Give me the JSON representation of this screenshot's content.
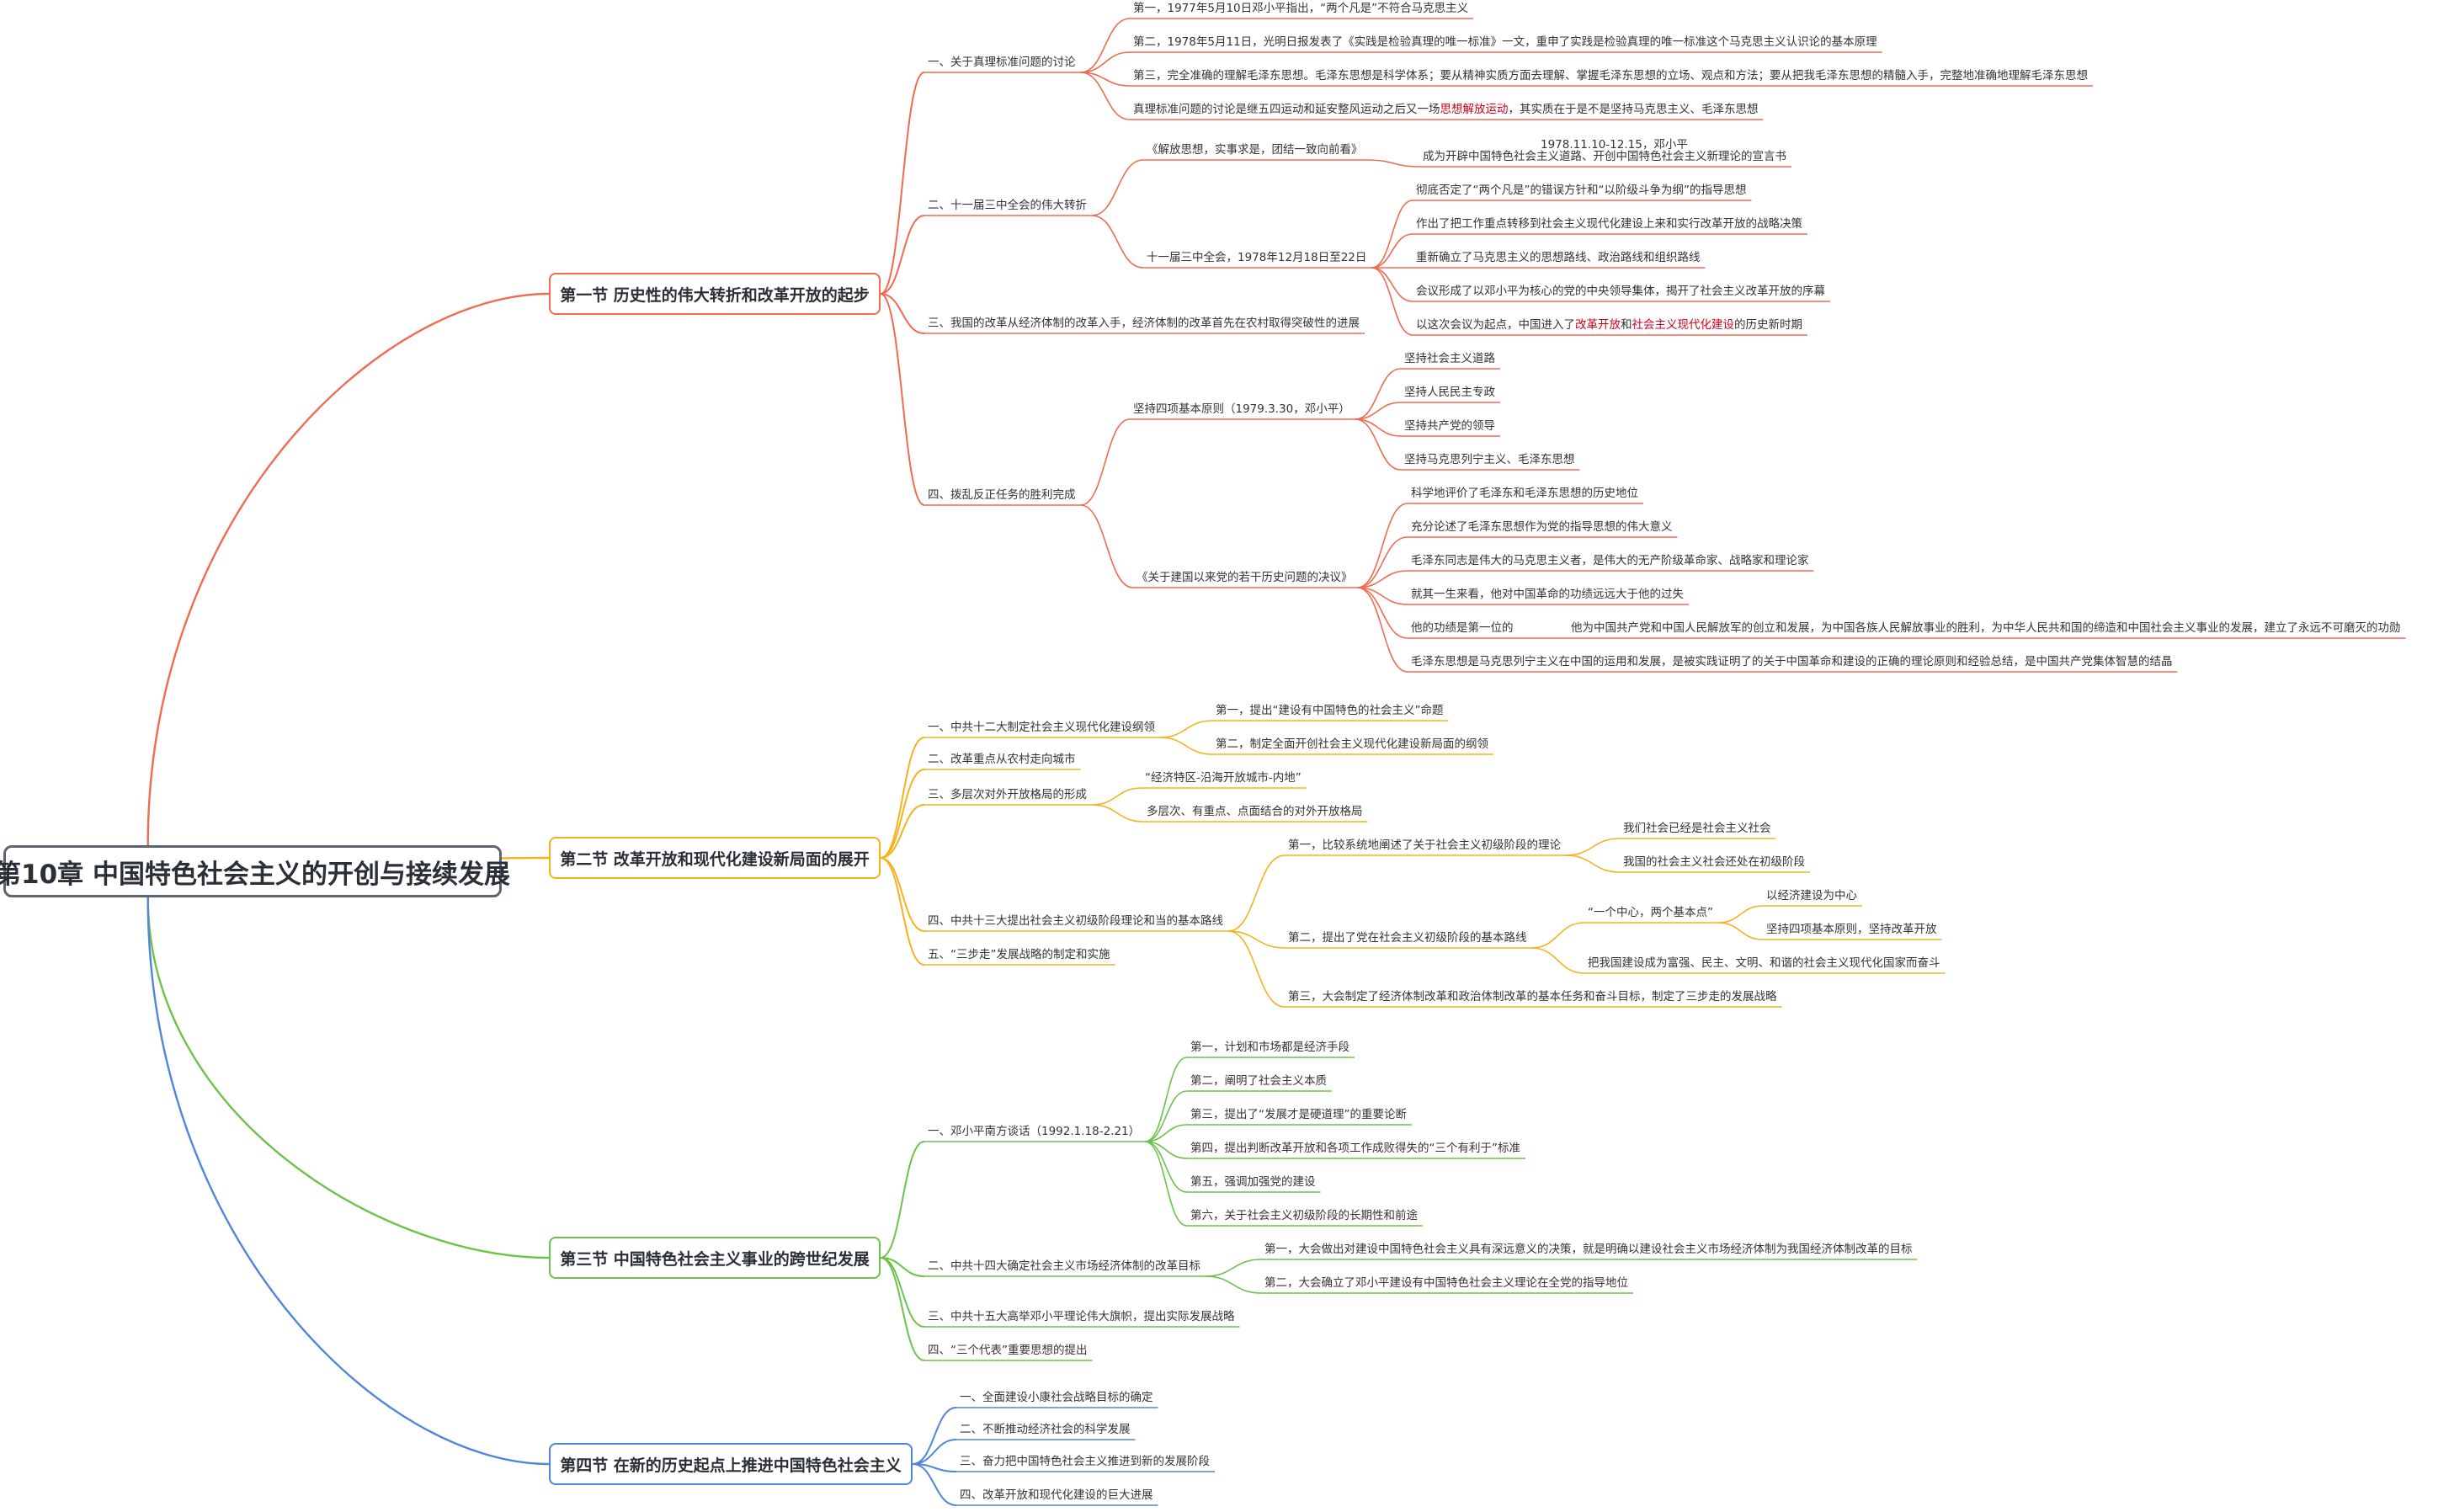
{
  "colors": {
    "s1": "#f06b52",
    "s2": "#f6b21e",
    "s3": "#6cc24a",
    "s4": "#4f86d9",
    "root": "#5c6470"
  },
  "root": {
    "label": "第10章 中国特色社会主义的开创与接续发展"
  },
  "sections": [
    {
      "label": "第一节 历史性的伟大转折和改革开放的起步",
      "children": [
        {
          "label": "一、关于真理标准问题的讨论",
          "children": [
            {
              "label": "第一，1977年5月10日邓小平指出，“两个凡是”不符合马克思主义"
            },
            {
              "label": "第二，1978年5月11日，光明日报发表了《实践是检验真理的唯一标准》一文，重申了实践是检验真理的唯一标准这个马克思主义认识论的基本原理"
            },
            {
              "label": "第三，完全准确的理解毛泽东思想。毛泽东思想是科学体系；要从精神实质方面去理解、掌握毛泽东思想的立场、观点和方法；要从把我毛泽东思想的精髓入手，完整地准确地理解毛泽东思想"
            },
            {
              "pre": "真理标准问题的讨论是继五四运动和延安整风运动之后又一场",
              "hl": "思想解放运动",
              "post": "，其实质在于是不是坚持马克思主义、毛泽东思想"
            }
          ]
        },
        {
          "label": "二、十一届三中全会的伟大转折",
          "children": [
            {
              "label": "《解放思想，实事求是，团结一致向前看》",
              "children": [
                {
                  "label": "成为开辟中国特色社会主义道路、开创中国特色社会主义新理论的宣言书",
                  "note": "1978.11.10-12.15，邓小平"
                }
              ]
            },
            {
              "label": "十一届三中全会，1978年12月18日至22日",
              "children": [
                {
                  "label": "彻底否定了“两个凡是”的错误方针和“以阶级斗争为纲”的指导思想"
                },
                {
                  "label": "作出了把工作重点转移到社会主义现代化建设上来和实行改革开放的战略决策"
                },
                {
                  "label": "重新确立了马克思主义的思想路线、政治路线和组织路线"
                },
                {
                  "label": "会议形成了以邓小平为核心的党的中央领导集体，揭开了社会主义改革开放的序幕"
                },
                {
                  "pre": "以这次会议为起点，中国进入了",
                  "hl": "改革开放",
                  "mid": "和",
                  "hl2": "社会主义现代化建设",
                  "post": "的历史新时期"
                }
              ]
            }
          ]
        },
        {
          "label": "三、我国的改革从经济体制的改革入手，经济体制的改革首先在农村取得突破性的进展"
        },
        {
          "label": "四、拨乱反正任务的胜利完成",
          "children": [
            {
              "label": "坚持四项基本原则（1979.3.30，邓小平）",
              "children": [
                {
                  "label": "坚持社会主义道路"
                },
                {
                  "label": "坚持人民民主专政"
                },
                {
                  "label": "坚持共产党的领导"
                },
                {
                  "label": "坚持马克思列宁主义、毛泽东思想"
                }
              ]
            },
            {
              "label": "《关于建国以来党的若干历史问题的决议》",
              "children": [
                {
                  "label": "科学地评价了毛泽东和毛泽东思想的历史地位"
                },
                {
                  "label": "充分论述了毛泽东思想作为党的指导思想的伟大意义"
                },
                {
                  "label": "毛泽东同志是伟大的马克思主义者，是伟大的无产阶级革命家、战略家和理论家"
                },
                {
                  "label": "就其一生来看，他对中国革命的功绩远远大于他的过失"
                },
                {
                  "label": "他的功绩是第一位的",
                  "children": [
                    {
                      "label": "他为中国共产党和中国人民解放军的创立和发展，为中国各族人民解放事业的胜利，为中华人民共和国的缔造和中国社会主义事业的发展，建立了永远不可磨灭的功勋"
                    }
                  ]
                },
                {
                  "label": "毛泽东思想是马克思列宁主义在中国的运用和发展，是被实践证明了的关于中国革命和建设的正确的理论原则和经验总结，是中国共产党集体智慧的结晶"
                }
              ]
            }
          ]
        }
      ]
    },
    {
      "label": "第二节 改革开放和现代化建设新局面的展开",
      "children": [
        {
          "label": "一、中共十二大制定社会主义现代化建设纲领",
          "children": [
            {
              "label": "第一，提出“建设有中国特色的社会主义”命题"
            },
            {
              "label": "第二，制定全面开创社会主义现代化建设新局面的纲领"
            }
          ]
        },
        {
          "label": "二、改革重点从农村走向城市"
        },
        {
          "label": "三、多层次对外开放格局的形成",
          "children": [
            {
              "label": "“经济特区-沿海开放城市-内地”"
            },
            {
              "label": "多层次、有重点、点面结合的对外开放格局"
            }
          ]
        },
        {
          "label": "四、中共十三大提出社会主义初级阶段理论和当的基本路线",
          "children": [
            {
              "label": "第一，比较系统地阐述了关于社会主义初级阶段的理论",
              "children": [
                {
                  "label": "我们社会已经是社会主义社会"
                },
                {
                  "label": "我国的社会主义社会还处在初级阶段"
                }
              ]
            },
            {
              "label": "第二，提出了党在社会主义初级阶段的基本路线",
              "children": [
                {
                  "label": "“一个中心，两个基本点”",
                  "children": [
                    {
                      "label": "以经济建设为中心"
                    },
                    {
                      "label": "坚持四项基本原则，坚持改革开放"
                    }
                  ]
                },
                {
                  "label": "把我国建设成为富强、民主、文明、和谐的社会主义现代化国家而奋斗"
                }
              ]
            },
            {
              "label": "第三，大会制定了经济体制改革和政治体制改革的基本任务和奋斗目标，制定了三步走的发展战略"
            }
          ]
        },
        {
          "label": "五、“三步走”发展战略的制定和实施"
        }
      ]
    },
    {
      "label": "第三节 中国特色社会主义事业的跨世纪发展",
      "children": [
        {
          "label": "一、邓小平南方谈话（1992.1.18-2.21）",
          "children": [
            {
              "label": "第一，计划和市场都是经济手段"
            },
            {
              "label": "第二，阐明了社会主义本质"
            },
            {
              "label": "第三，提出了“发展才是硬道理”的重要论断"
            },
            {
              "label": "第四，提出判断改革开放和各项工作成败得失的“三个有利于”标准"
            },
            {
              "label": "第五，强调加强党的建设"
            },
            {
              "label": "第六，关于社会主义初级阶段的长期性和前途"
            }
          ]
        },
        {
          "label": "二、中共十四大确定社会主义市场经济体制的改革目标",
          "children": [
            {
              "label": "第一，大会做出对建设中国特色社会主义具有深远意义的决策，就是明确以建设社会主义市场经济体制为我国经济体制改革的目标"
            },
            {
              "label": "第二，大会确立了邓小平建设有中国特色社会主义理论在全党的指导地位"
            }
          ]
        },
        {
          "label": "三、中共十五大高举邓小平理论伟大旗帜，提出实际发展战略"
        },
        {
          "label": "四、“三个代表”重要思想的提出"
        }
      ]
    },
    {
      "label": "第四节 在新的历史起点上推进中国特色社会主义",
      "children": [
        {
          "label": "一、全面建设小康社会战略目标的确定"
        },
        {
          "label": "二、不断推动经济社会的科学发展"
        },
        {
          "label": "三、奋力把中国特色社会主义推进到新的发展阶段"
        },
        {
          "label": "四、改革开放和现代化建设的巨大进展"
        }
      ]
    }
  ]
}
